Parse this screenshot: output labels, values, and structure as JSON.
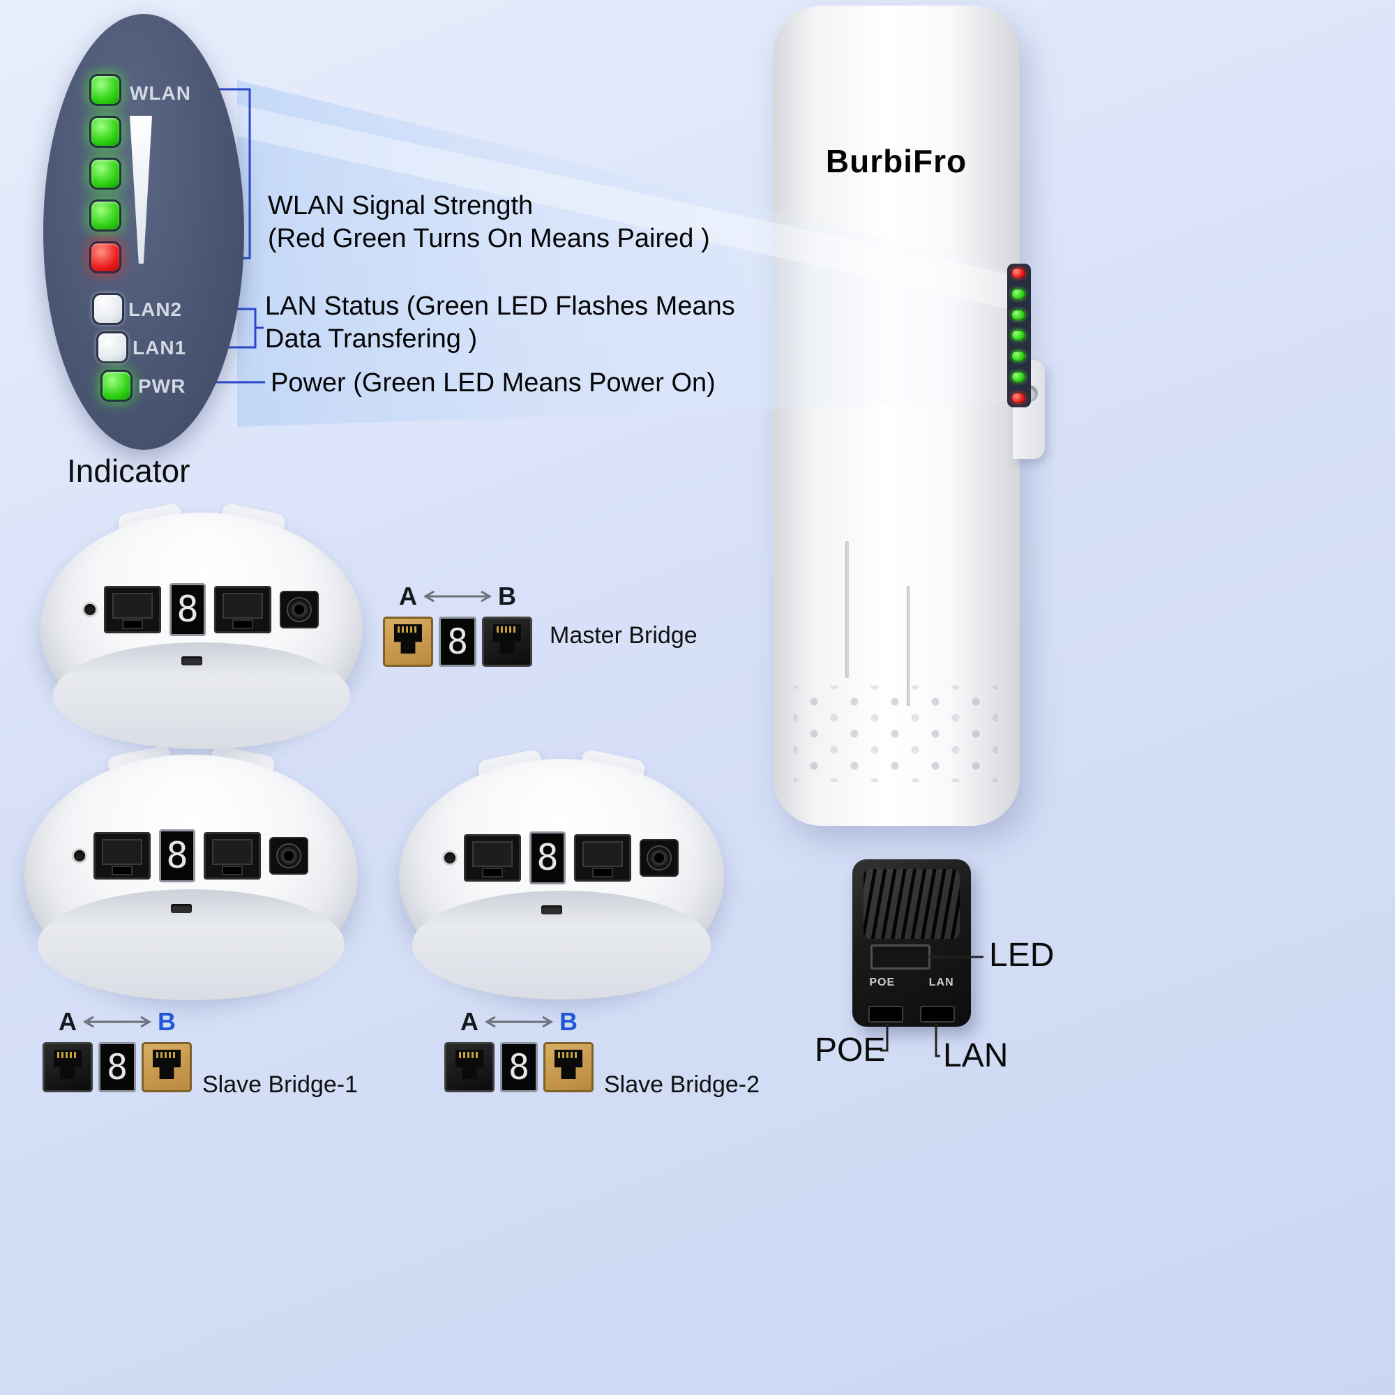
{
  "colors": {
    "background_top": "#e7eefc",
    "background_bottom": "#cbd7f2",
    "indicator_panel": "#4b5673",
    "led_green": "#2fd114",
    "led_red": "#ec1d1d",
    "led_off": "#e4e9ee",
    "callout_line": "#2b47cc",
    "beam": "#bcd4f6",
    "port_tan": "#c79b55",
    "blue_b_label": "#1f57d8"
  },
  "indicator": {
    "caption": "Indicator",
    "wlan_label": "WLAN",
    "lan2_label": "LAN2",
    "lan1_label": "LAN1",
    "pwr_label": "PWR",
    "signal_leds": [
      "green",
      "green",
      "green",
      "green",
      "red"
    ],
    "lan2_led": "off",
    "lan1_led": "off",
    "pwr_led": "green"
  },
  "callouts": {
    "wlan_line1": "WLAN Signal Strength",
    "wlan_line2": "(Red Green Turns On Means Paired )",
    "lan_line1": "LAN Status (Green LED Flashes Means",
    "lan_line2": "Data Transfering )",
    "power": "Power (Green LED Means Power On)"
  },
  "device": {
    "brand": "BurbiFro",
    "led_strip": [
      "red",
      "green",
      "green",
      "green",
      "green",
      "green",
      "red"
    ]
  },
  "seven_seg_digit": "8",
  "bridges": [
    {
      "a": "A",
      "b": "B",
      "label": "Master Bridge",
      "left_port": "tan",
      "right_port": "black"
    },
    {
      "a": "A",
      "b": "B",
      "label": "Slave Bridge-1",
      "left_port": "black",
      "right_port": "tan"
    },
    {
      "a": "A",
      "b": "B",
      "label": "Slave Bridge-2",
      "left_port": "black",
      "right_port": "tan"
    }
  ],
  "poe_injector": {
    "led_callout": "LED",
    "poe_callout": "POE",
    "lan_callout": "LAN",
    "poe_port_label": "POE",
    "lan_port_label": "LAN"
  }
}
